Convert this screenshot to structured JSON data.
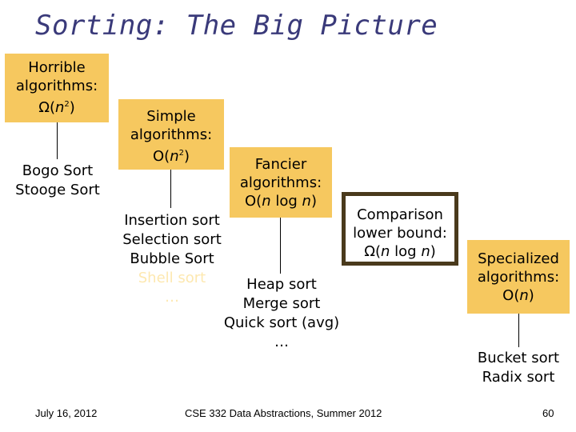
{
  "title": "Sorting: The Big Picture",
  "boxes": {
    "horrible": {
      "line1": "Horrible",
      "line2": "algorithms:",
      "line3_prefix": "Ω(",
      "line3_var": "n",
      "line3_sup": "2",
      "line3_suffix": ")"
    },
    "simple": {
      "line1": "Simple",
      "line2": "algorithms:",
      "line3_prefix": "O(",
      "line3_var": "n",
      "line3_sup": "2",
      "line3_suffix": ")"
    },
    "fancier": {
      "line1": "Fancier",
      "line2": "algorithms:",
      "line3_prefix": "O(",
      "line3_var": "n",
      "line3_suffix": " log ",
      "line3_var2": "n",
      "line3_end": ")"
    },
    "comparison": {
      "line1": "Comparison",
      "line2": "lower bound:",
      "line3_prefix": "Ω(",
      "line3_var": "n",
      "line3_suffix": " log ",
      "line3_var2": "n",
      "line3_end": ")"
    },
    "specialized": {
      "line1": "Specialized",
      "line2": "algorithms:",
      "line3_prefix": "O(",
      "line3_var": "n",
      "line3_suffix": ")"
    }
  },
  "lists": {
    "horrible": [
      "Bogo Sort",
      "Stooge Sort"
    ],
    "simple": [
      "Insertion sort",
      "Selection sort",
      "Bubble Sort"
    ],
    "simple_faded": [
      "Shell sort",
      "…"
    ],
    "fancier": [
      "Heap sort",
      "Merge sort",
      "Quick sort (avg)",
      "…"
    ],
    "specialized": [
      "Bucket sort",
      "Radix sort"
    ]
  },
  "footer": {
    "date": "July 16, 2012",
    "course": "CSE 332 Data Abstractions, Summer 2012",
    "page": "60"
  },
  "colors": {
    "box": "#f6c85f",
    "title": "#3a3a7a",
    "border": "#4a3a1c"
  }
}
